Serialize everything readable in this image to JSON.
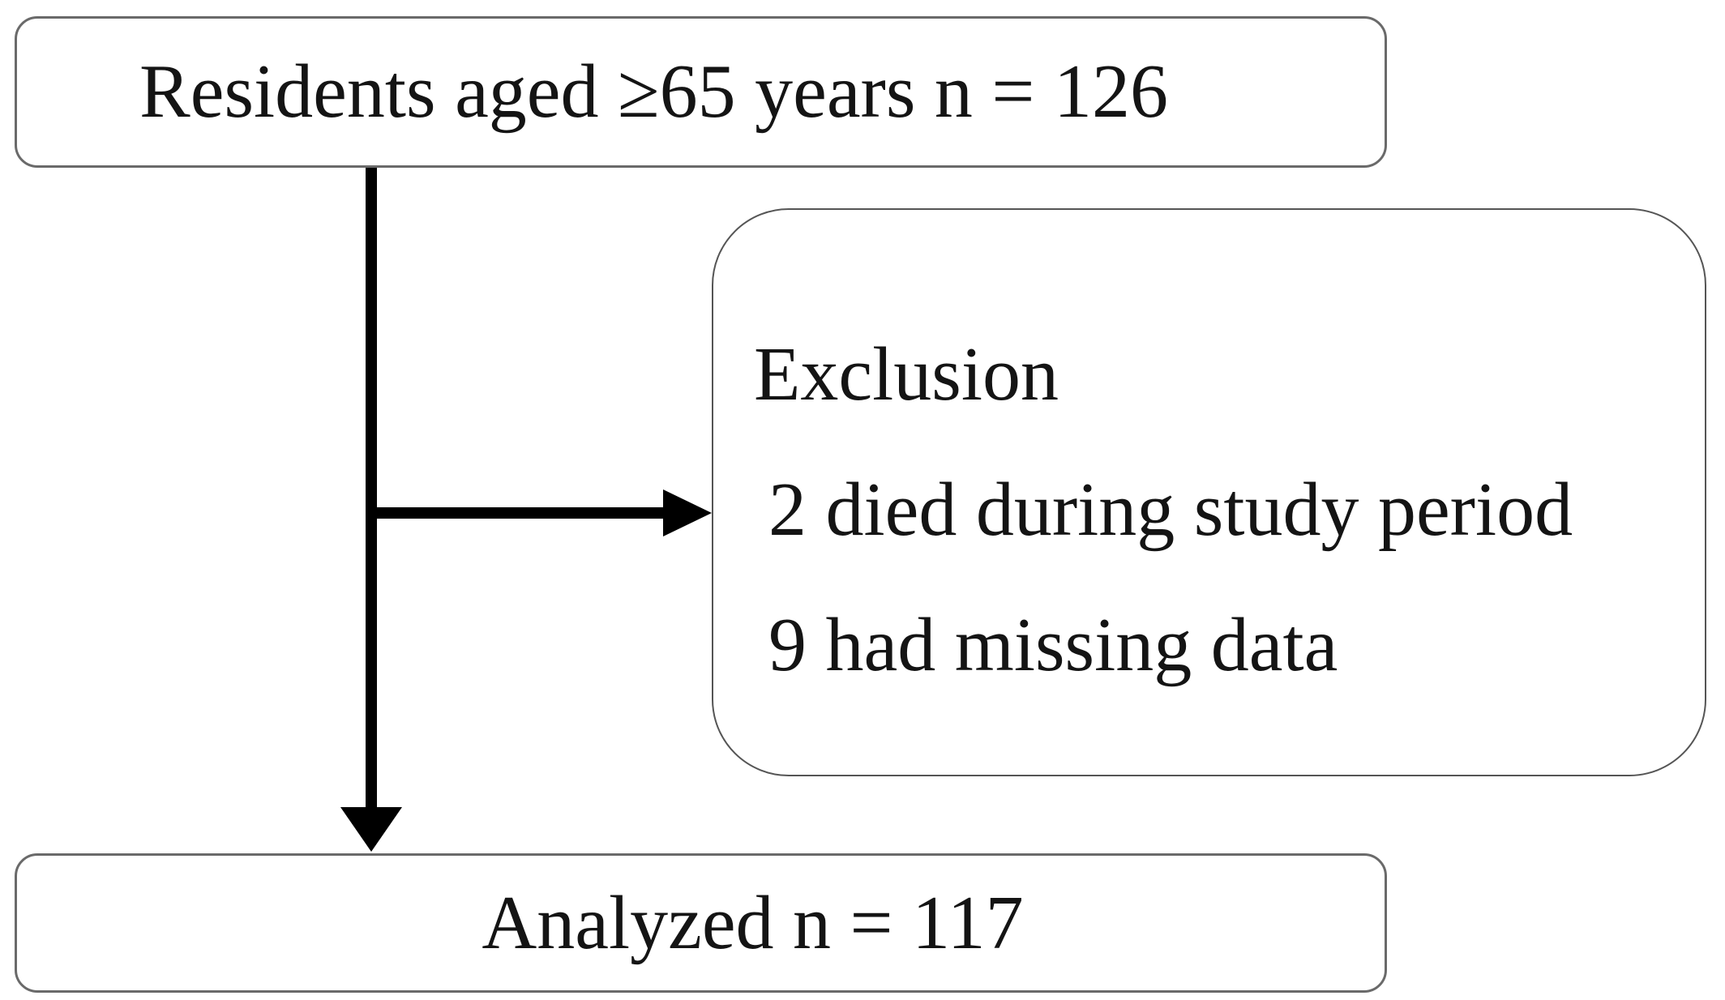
{
  "diagram": {
    "type": "study-flowchart",
    "top_box": {
      "label": "Residents aged ≥65 years n = 126",
      "n": 126
    },
    "exclusion_box": {
      "title": "Exclusion",
      "items": [
        "2 died during study period",
        "9 had missing data"
      ],
      "counts": {
        "died": 2,
        "missing_data": 9
      }
    },
    "bottom_box": {
      "label": "Analyzed n = 117",
      "n": 117
    },
    "colors": {
      "background": "#ffffff",
      "box_border": "#6a6a6a",
      "exclusion_border": "#555555",
      "text": "#141414",
      "arrow": "#000000"
    }
  }
}
